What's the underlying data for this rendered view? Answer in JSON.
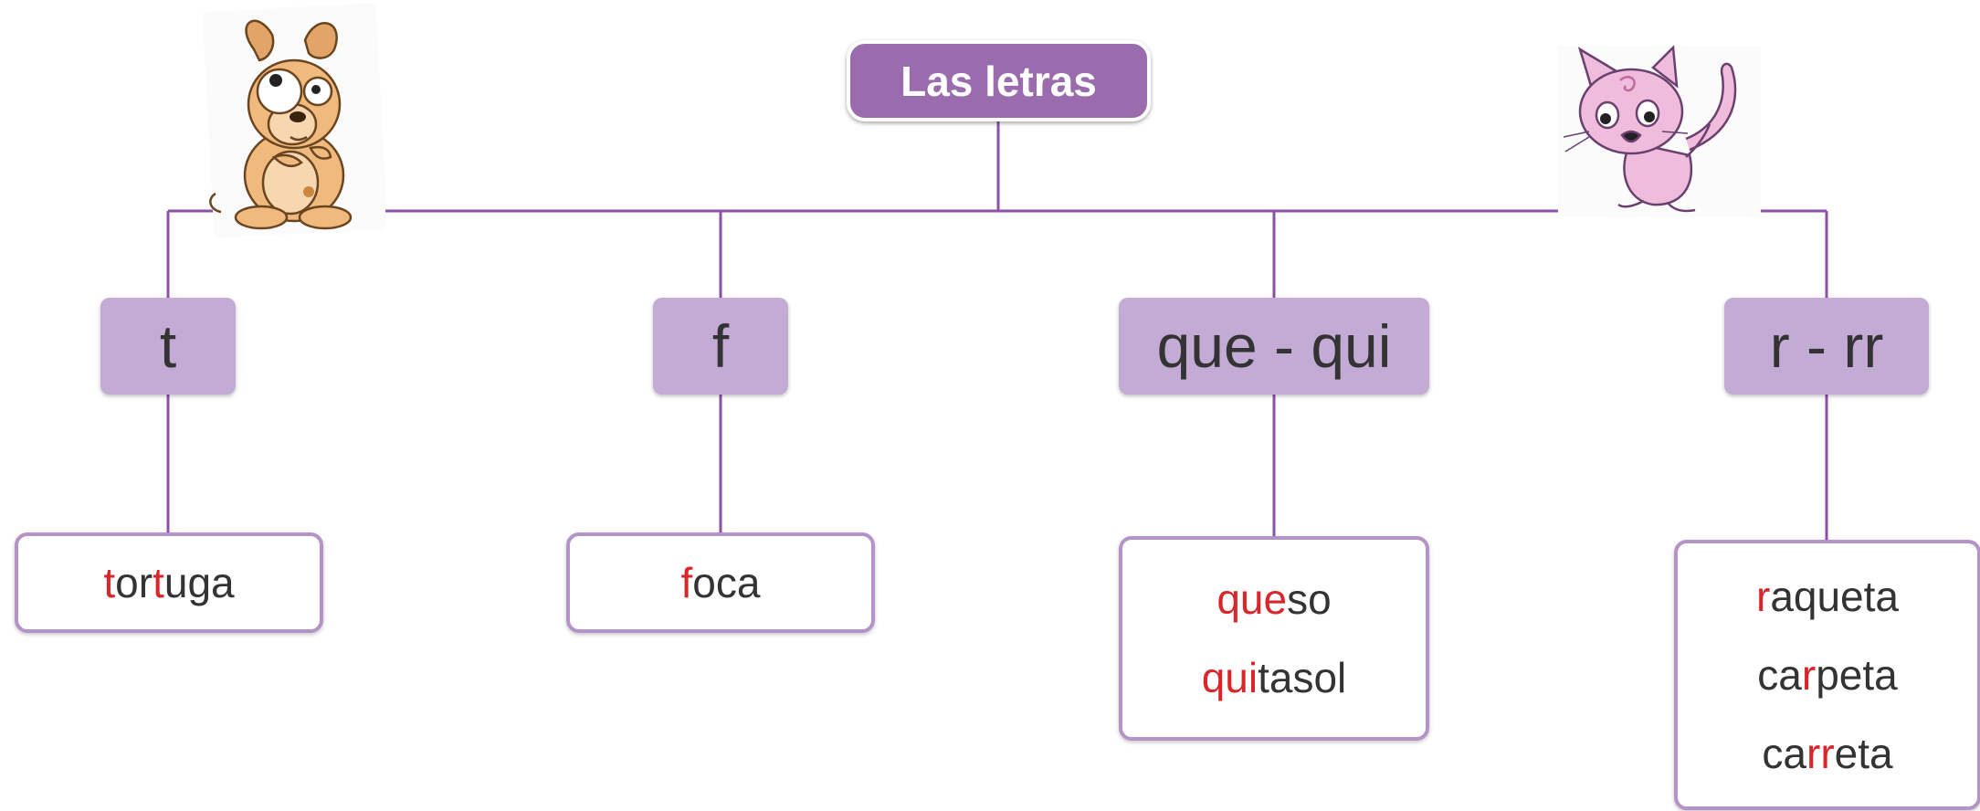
{
  "title": "Las letras",
  "colors": {
    "accent": "#9a6cae",
    "category_bg": "#c4abd6",
    "line": "#8e4fa8",
    "box_border": "#b593c8",
    "highlight": "#d9262b"
  },
  "illustrations": [
    "dog-illustration",
    "cat-illustration"
  ],
  "branches": [
    {
      "label": "t",
      "words": [
        {
          "parts": [
            {
              "t": "t",
              "h": true
            },
            {
              "t": "or",
              "h": false
            },
            {
              "t": "t",
              "h": true
            },
            {
              "t": "uga",
              "h": false
            }
          ]
        }
      ]
    },
    {
      "label": "f",
      "words": [
        {
          "parts": [
            {
              "t": "f",
              "h": true
            },
            {
              "t": "oca",
              "h": false
            }
          ]
        }
      ]
    },
    {
      "label": "que - qui",
      "words": [
        {
          "parts": [
            {
              "t": "que",
              "h": true
            },
            {
              "t": "so",
              "h": false
            }
          ]
        },
        {
          "parts": [
            {
              "t": "qui",
              "h": true
            },
            {
              "t": "tasol",
              "h": false
            }
          ]
        }
      ]
    },
    {
      "label": "r - rr",
      "words": [
        {
          "parts": [
            {
              "t": "r",
              "h": true
            },
            {
              "t": "aqueta",
              "h": false
            }
          ]
        },
        {
          "parts": [
            {
              "t": "ca",
              "h": false
            },
            {
              "t": "r",
              "h": true
            },
            {
              "t": "peta",
              "h": false
            }
          ]
        },
        {
          "parts": [
            {
              "t": "ca",
              "h": false
            },
            {
              "t": "rr",
              "h": true
            },
            {
              "t": "eta",
              "h": false
            }
          ]
        }
      ]
    }
  ]
}
